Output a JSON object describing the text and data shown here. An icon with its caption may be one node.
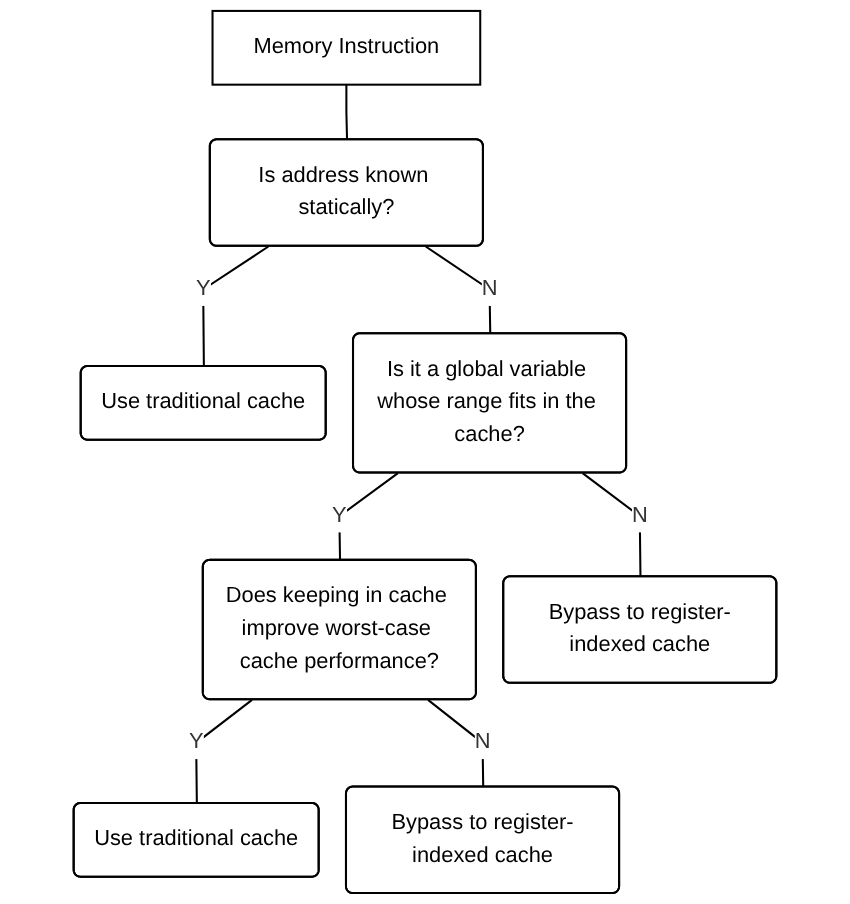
{
  "diagram": {
    "nodes": [
      {
        "text": [
          "Memory Instruction"
        ]
      },
      {
        "text": [
          "Is address known statically?"
        ]
      },
      {
        "text": [
          "Use traditional cache"
        ]
      },
      {
        "text": [
          "Is it a global variable whose range fits in the cache?"
        ]
      },
      {
        "text": [
          "Does keeping in cache improve worst-case cache performance?"
        ]
      },
      {
        "text": [
          "Bypass to register-indexed cache"
        ]
      },
      {
        "text": [
          "Use traditional cache"
        ]
      },
      {
        "text": [
          "Bypass to register-indexed cache"
        ]
      }
    ],
    "edges": [
      {
        "from": 0,
        "to": 1,
        "arrow": "none"
      },
      {
        "from": 1,
        "to": 2,
        "label": "Y",
        "arrow": "none"
      },
      {
        "from": 1,
        "to": 3,
        "label": "N",
        "arrow": "none"
      },
      {
        "from": 3,
        "to": 4,
        "label": "Y",
        "arrow": "none"
      },
      {
        "from": 3,
        "to": 5,
        "label": "N",
        "arrow": "none"
      },
      {
        "from": 4,
        "to": 6,
        "label": "Y",
        "arrow": "none"
      },
      {
        "from": 4,
        "to": 7,
        "label": "N",
        "arrow": "none"
      }
    ]
  }
}
